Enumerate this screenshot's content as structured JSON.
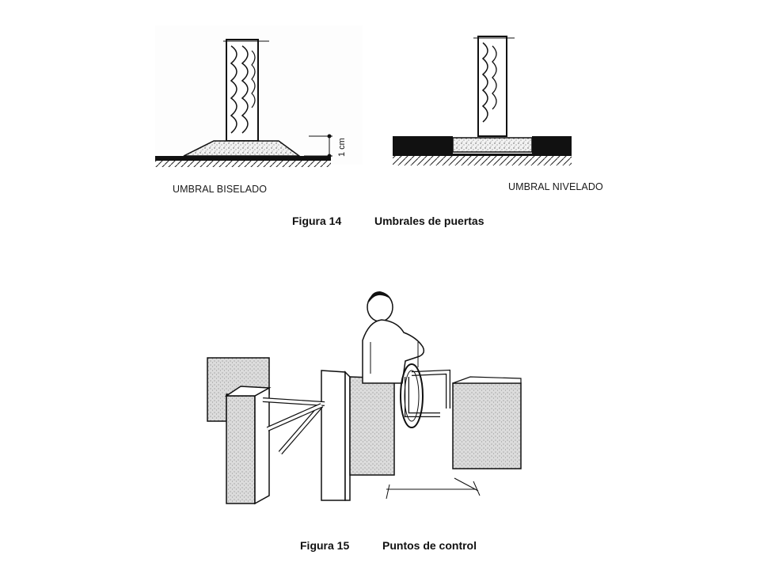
{
  "figure14": {
    "left_label": "UMBRAL BISELADO",
    "right_label": "UMBRAL NIVELADO",
    "dimension_label": "1 cm",
    "caption_number": "Figura 14",
    "caption_title": "Umbrales de puertas"
  },
  "figure15": {
    "caption_number": "Figura 15",
    "caption_title": "Puntos de control"
  }
}
